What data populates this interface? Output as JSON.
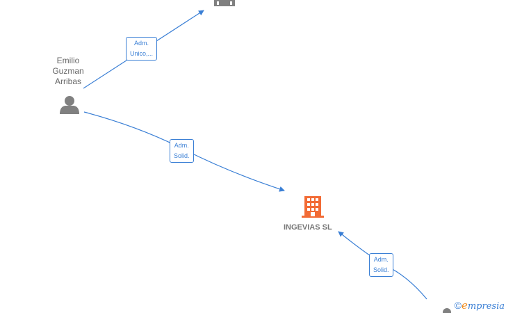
{
  "nodes": {
    "person_top": {
      "name_lines": [
        "Emilio",
        "Guzman",
        "Arribas"
      ],
      "icon": "person-icon"
    },
    "company_main": {
      "name": "INGEVIAS  SL",
      "icon": "building-icon",
      "color": "#f26b35"
    },
    "company_top": {
      "icon": "building-icon",
      "color": "#808080"
    },
    "person_bottom": {
      "icon": "person-icon"
    }
  },
  "edges": [
    {
      "id": "edge-top",
      "label_lines": [
        "Adm.",
        "Unico,..."
      ]
    },
    {
      "id": "edge-middle",
      "label_lines": [
        "Adm.",
        "Solid."
      ]
    },
    {
      "id": "edge-bottom",
      "label_lines": [
        "Adm.",
        "Solid."
      ]
    }
  ],
  "colors": {
    "edge": "#3a7fd5",
    "person_icon": "#808080",
    "text_gray": "#666666"
  },
  "watermark": {
    "copyright": "©",
    "brand_first": "e",
    "brand_rest": "mpresia"
  }
}
